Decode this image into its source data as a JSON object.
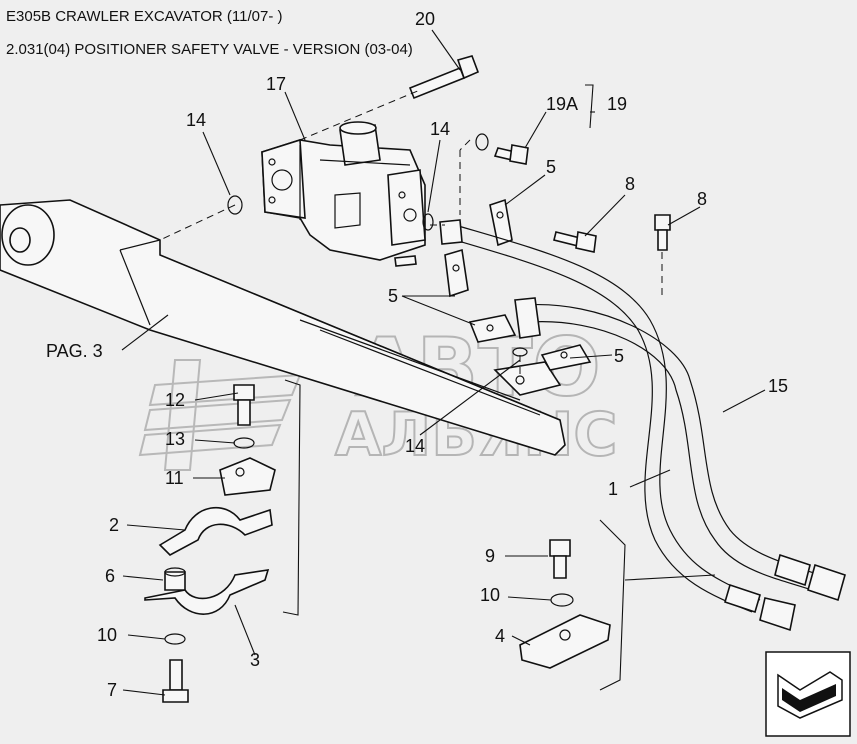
{
  "header": {
    "title": "E305B CRAWLER EXCAVATOR (11/07- )",
    "subtitle": "2.031(04) POSITIONER SAFETY VALVE - VERSION (03-04)"
  },
  "watermark": {
    "line1": "АВТО",
    "line2": "АЛЬЯНС"
  },
  "callouts": {
    "c20": "20",
    "c17": "17",
    "c14a": "14",
    "c14b": "14",
    "c14c": "14",
    "c19a": "19A",
    "c19": "19",
    "c5a": "5",
    "c5b": "5",
    "c5c": "5",
    "c8a": "8",
    "c8b": "8",
    "pag": "PAG. 3",
    "c15": "15",
    "c1": "1",
    "c12": "12",
    "c13": "13",
    "c11": "11",
    "c2": "2",
    "c6": "6",
    "c10a": "10",
    "c7": "7",
    "c3": "3",
    "c9": "9",
    "c10b": "10",
    "c4": "4"
  },
  "nav": {
    "icon": "next-page-arrow-icon"
  }
}
